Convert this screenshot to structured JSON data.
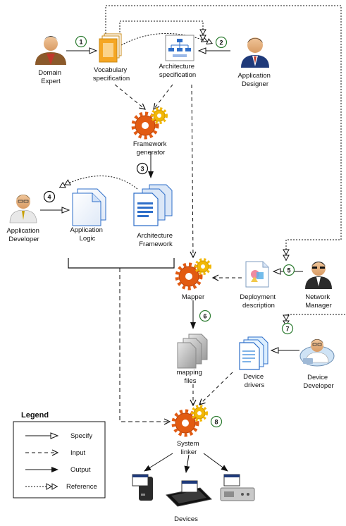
{
  "actors": {
    "domain_expert": [
      "Domain",
      "Expert"
    ],
    "application_designer": [
      "Application",
      "Designer"
    ],
    "application_developer": [
      "Application",
      "Developer"
    ],
    "network_manager": [
      "Network",
      "Manager"
    ],
    "device_developer": [
      "Device",
      "Developer"
    ]
  },
  "artifacts": {
    "vocabulary_spec": [
      "Vocabulary",
      "specification"
    ],
    "architecture_spec": [
      "Architecture",
      "specification"
    ],
    "framework_generator": [
      "Framework",
      "generator"
    ],
    "application_logic": [
      "Application",
      "Logic"
    ],
    "architecture_framework": [
      "Architecture",
      "Framework"
    ],
    "deployment_description": [
      "Deployment",
      "description"
    ],
    "mapper": "Mapper",
    "mapping_files": [
      "mapping",
      "files"
    ],
    "device_drivers": [
      "Device",
      "drivers"
    ],
    "system_linker": [
      "System",
      "linker"
    ],
    "devices": "Devices"
  },
  "steps": [
    "1",
    "2",
    "3",
    "4",
    "5",
    "6",
    "7",
    "8"
  ],
  "legend": {
    "title": "Legend",
    "items": [
      "Specify",
      "Input",
      "Output",
      "Reference"
    ]
  },
  "colors": {
    "step_circle_border": "#2e7d32",
    "gear_orange": "#e25b12",
    "gear_yellow": "#f2b705",
    "doc_orange": "#f5a623",
    "doc_blue": "#2f6fc9",
    "line": "#111111"
  }
}
